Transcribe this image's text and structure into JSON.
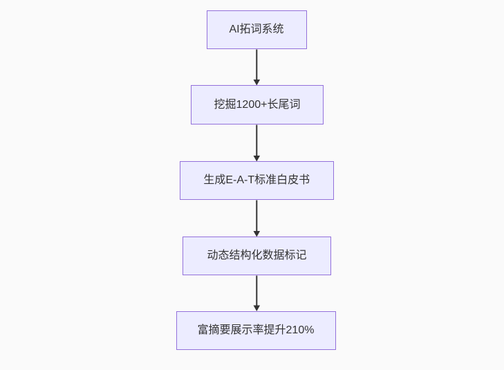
{
  "diagram": {
    "type": "flowchart",
    "direction": "top-down",
    "background_color": "#fafafa",
    "node_fill_color": "#ececff",
    "node_border_color": "#9370db",
    "node_text_color": "#333333",
    "edge_color": "#333333",
    "nodes": [
      {
        "id": "step-1",
        "label": "AI拓词系统"
      },
      {
        "id": "step-2",
        "label": "挖掘1200+长尾词"
      },
      {
        "id": "step-3",
        "label": "生成E-A-T标准白皮书"
      },
      {
        "id": "step-4",
        "label": "动态结构化数据标记"
      },
      {
        "id": "step-5",
        "label": "富摘要展示率提升210%"
      }
    ],
    "edges": [
      {
        "from": "step-1",
        "to": "step-2"
      },
      {
        "from": "step-2",
        "to": "step-3"
      },
      {
        "from": "step-3",
        "to": "step-4"
      },
      {
        "from": "step-4",
        "to": "step-5"
      }
    ]
  }
}
